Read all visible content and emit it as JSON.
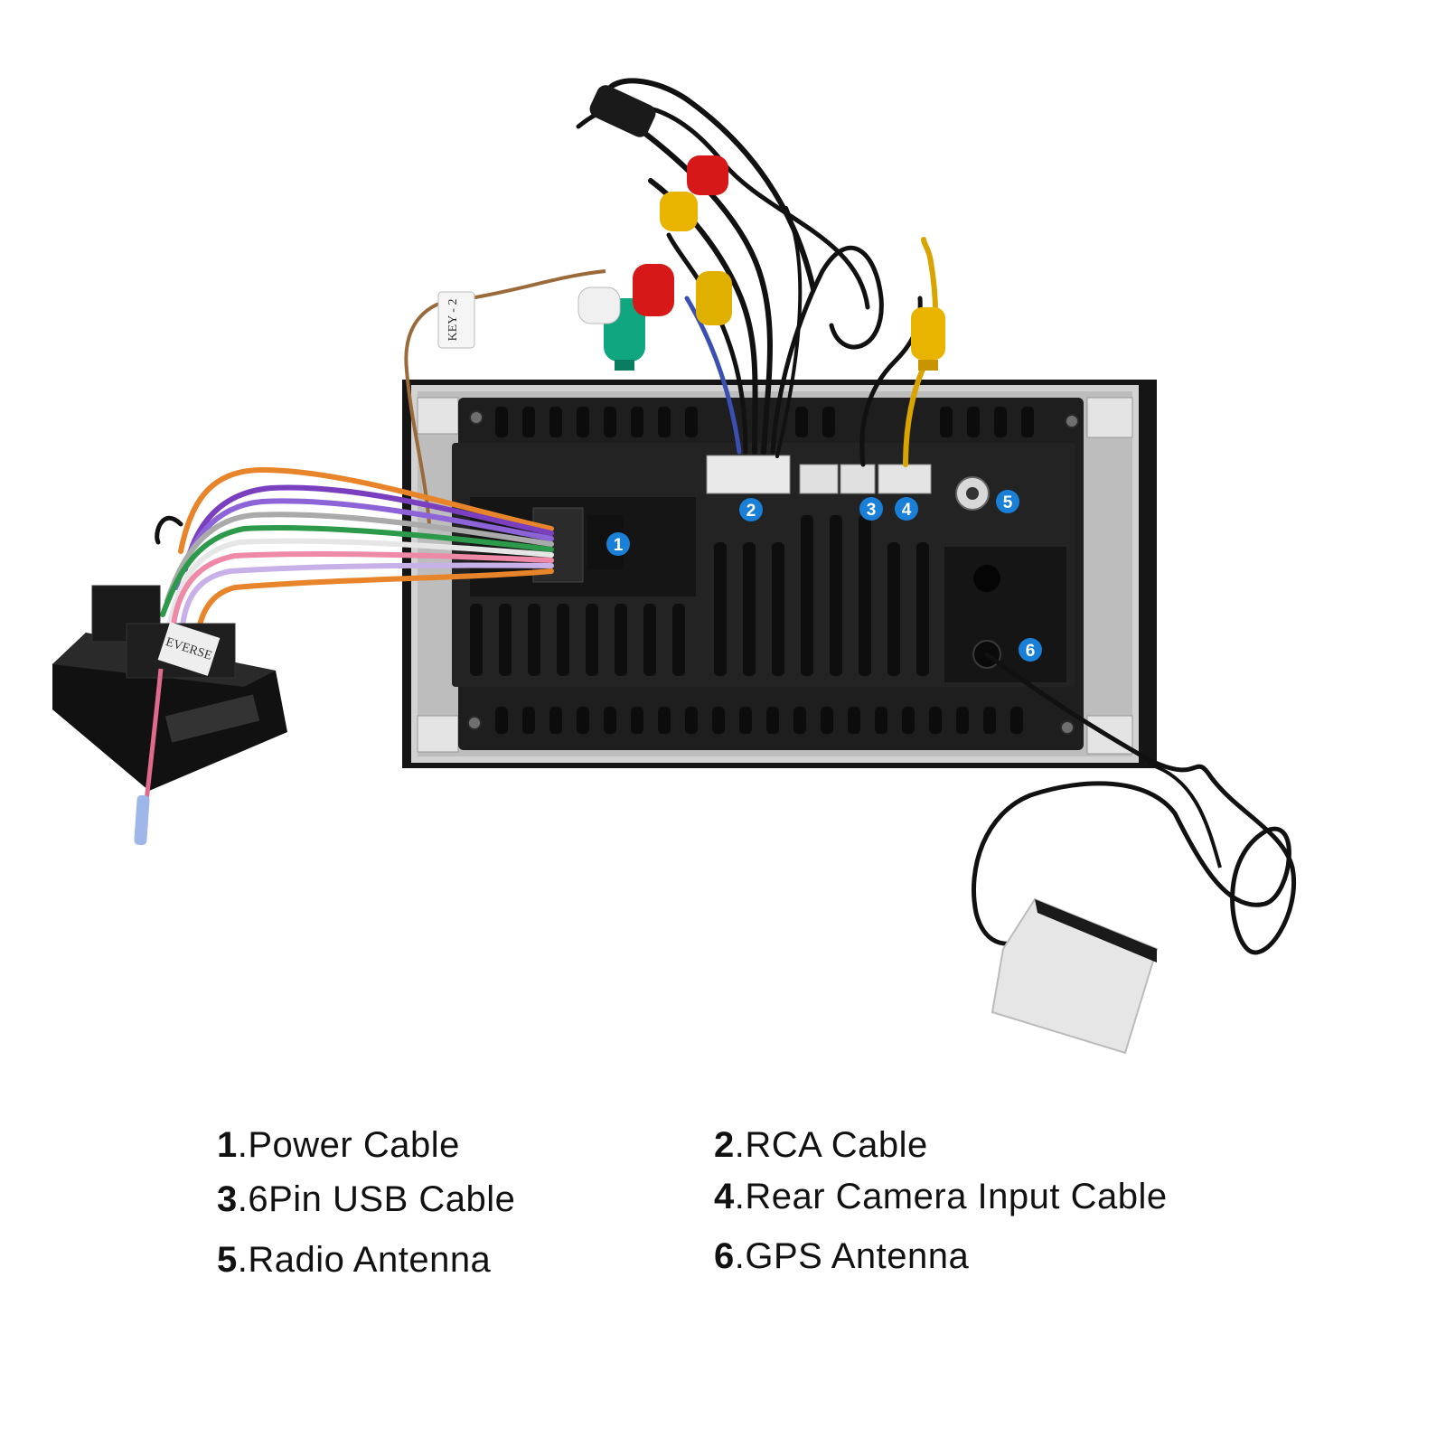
{
  "callouts": [
    {
      "number": "1"
    },
    {
      "number": "2"
    },
    {
      "number": "3"
    },
    {
      "number": "4"
    },
    {
      "number": "5"
    },
    {
      "number": "6"
    }
  ],
  "legend": [
    {
      "number": "1",
      "label": ".Power Cable"
    },
    {
      "number": "2",
      "label": ".RCA Cable"
    },
    {
      "number": "3",
      "label": ".6Pin USB Cable"
    },
    {
      "number": "4",
      "label": ".Rear Camera Input Cable"
    },
    {
      "number": "5",
      "label": ".Radio Antenna"
    },
    {
      "number": "6",
      "label": ".GPS Antenna"
    }
  ],
  "stickers": {
    "key_tag": "KEY - 2",
    "reverse_tag": "EVERSE"
  },
  "colors": {
    "callout_badge": "#1a7fd6",
    "unit_body": "#1b1b1b",
    "unit_frame": "#c9c9c9",
    "gps_pad": "#ececec"
  }
}
